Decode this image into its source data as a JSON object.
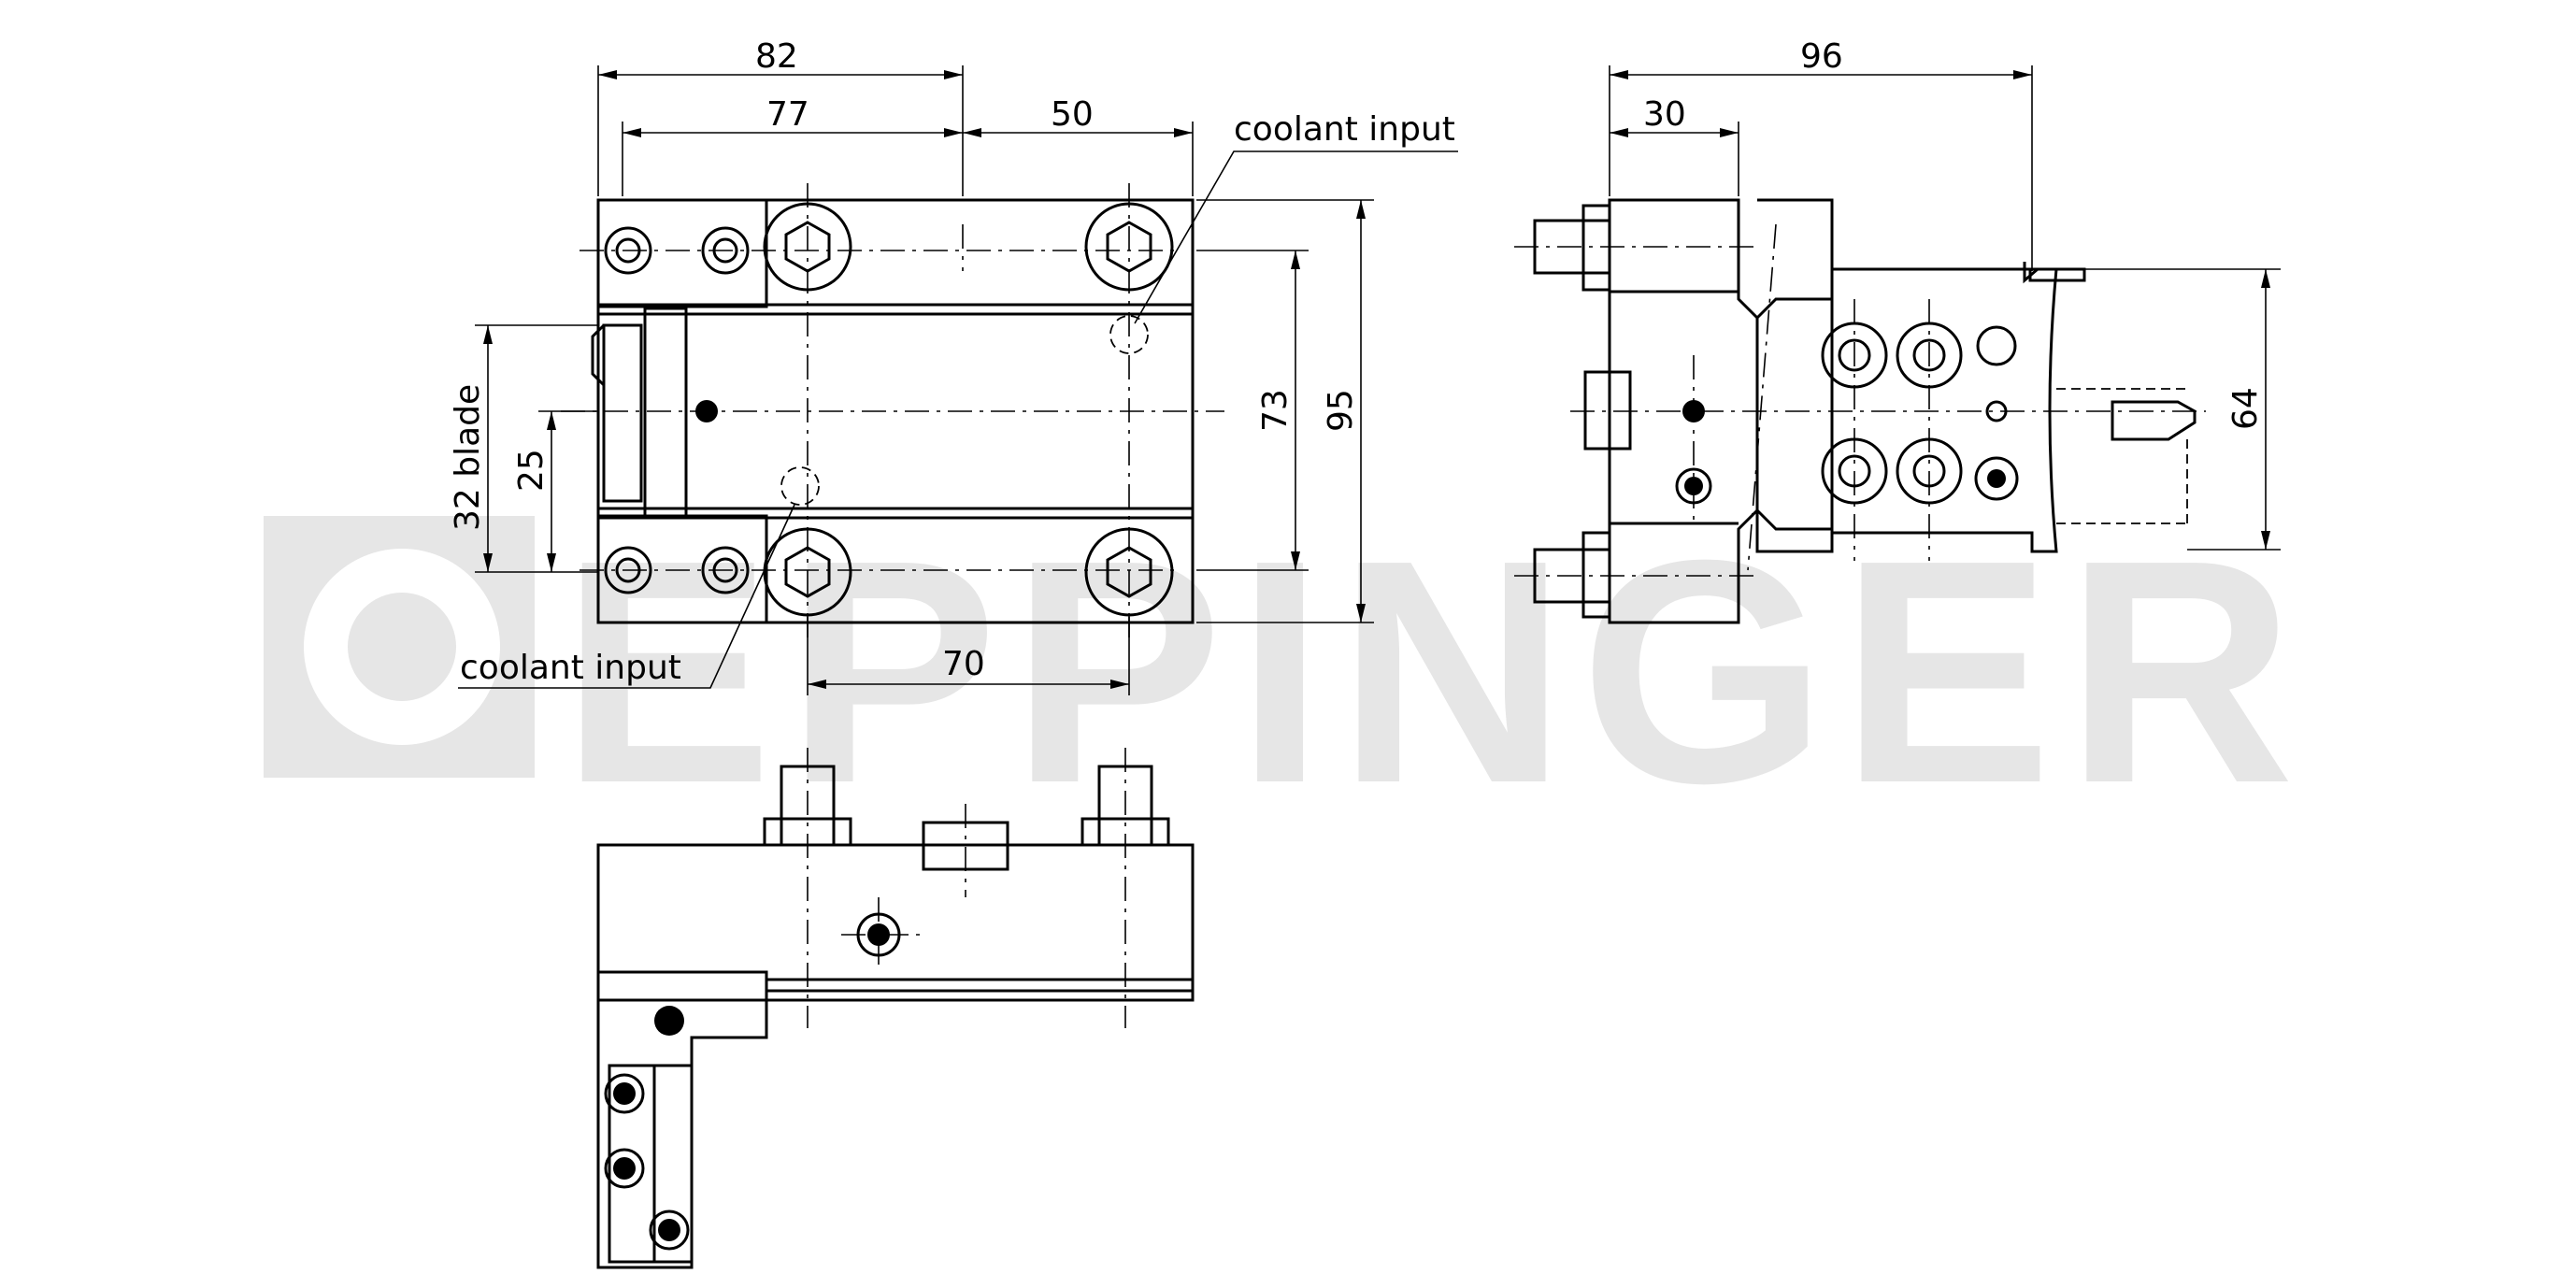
{
  "watermark": {
    "brand": "EPPINGER",
    "color": "#e6e6e6"
  },
  "front_view": {
    "dim_overall_width": "82",
    "dim_inner_width": "77",
    "dim_right_width": "50",
    "dim_height_outer": "95",
    "dim_height_inner": "73",
    "dim_blade": "32 blade",
    "dim_blade_center": "25",
    "dim_bolt_spacing": "70",
    "coolant_top": "coolant input",
    "coolant_bottom": "coolant input"
  },
  "side_view": {
    "dim_overall_width": "96",
    "dim_shank_width": "30",
    "dim_height": "64"
  },
  "colors": {
    "line": "#000000",
    "background": "#ffffff"
  }
}
